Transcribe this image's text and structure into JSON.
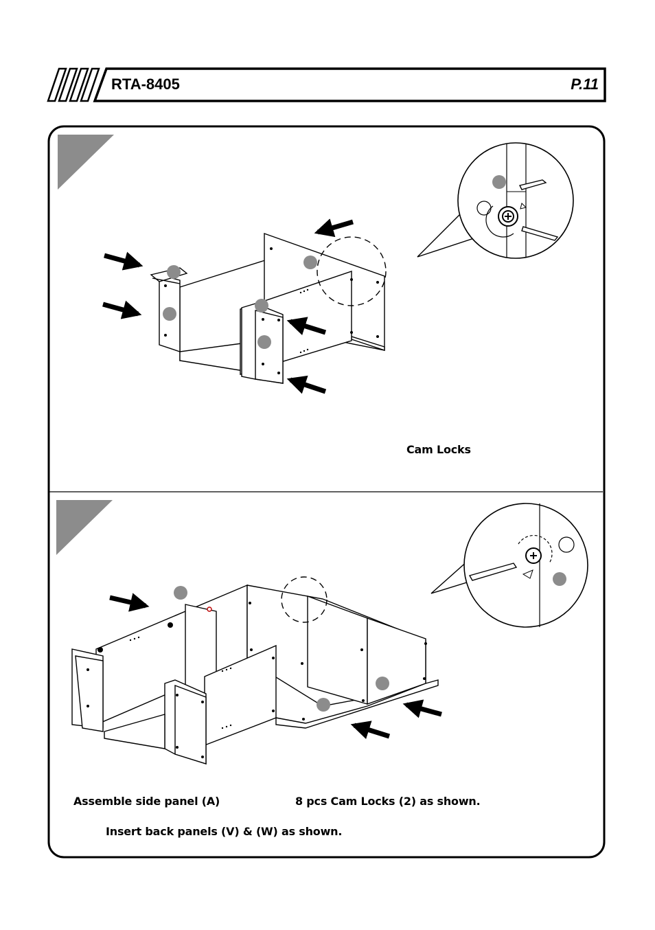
{
  "header": {
    "model": "RTA-8405",
    "page": "P.11"
  },
  "step1": {
    "detail_label": "Cam Locks"
  },
  "step2": {
    "instruction_left": "Assemble side panel (A)",
    "instruction_right": "8 pcs Cam Locks (2) as shown.",
    "instruction_second": "Insert  back panels (V) & (W)  as shown."
  },
  "colors": {
    "ink": "#000000",
    "badge": "#8c8c8c",
    "step_triangle": "#8c8c8c"
  }
}
